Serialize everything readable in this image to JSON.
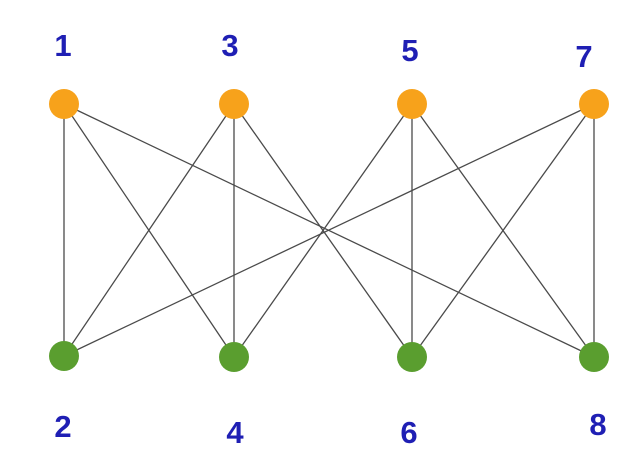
{
  "colors": {
    "top_node": "#f7a21b",
    "bottom_node": "#5a9e2f",
    "edge": "#4a4a4a",
    "label": "#1f1fb4"
  },
  "graph": {
    "top_nodes": [
      {
        "id": "1",
        "label": "1"
      },
      {
        "id": "3",
        "label": "3"
      },
      {
        "id": "5",
        "label": "5"
      },
      {
        "id": "7",
        "label": "7"
      }
    ],
    "bottom_nodes": [
      {
        "id": "2",
        "label": "2"
      },
      {
        "id": "4",
        "label": "4"
      },
      {
        "id": "6",
        "label": "6"
      },
      {
        "id": "8",
        "label": "8"
      }
    ],
    "edges": [
      [
        "1",
        "2"
      ],
      [
        "1",
        "4"
      ],
      [
        "1",
        "8"
      ],
      [
        "3",
        "2"
      ],
      [
        "3",
        "4"
      ],
      [
        "3",
        "6"
      ],
      [
        "5",
        "4"
      ],
      [
        "5",
        "6"
      ],
      [
        "5",
        "8"
      ],
      [
        "7",
        "2"
      ],
      [
        "7",
        "6"
      ],
      [
        "7",
        "8"
      ]
    ]
  }
}
